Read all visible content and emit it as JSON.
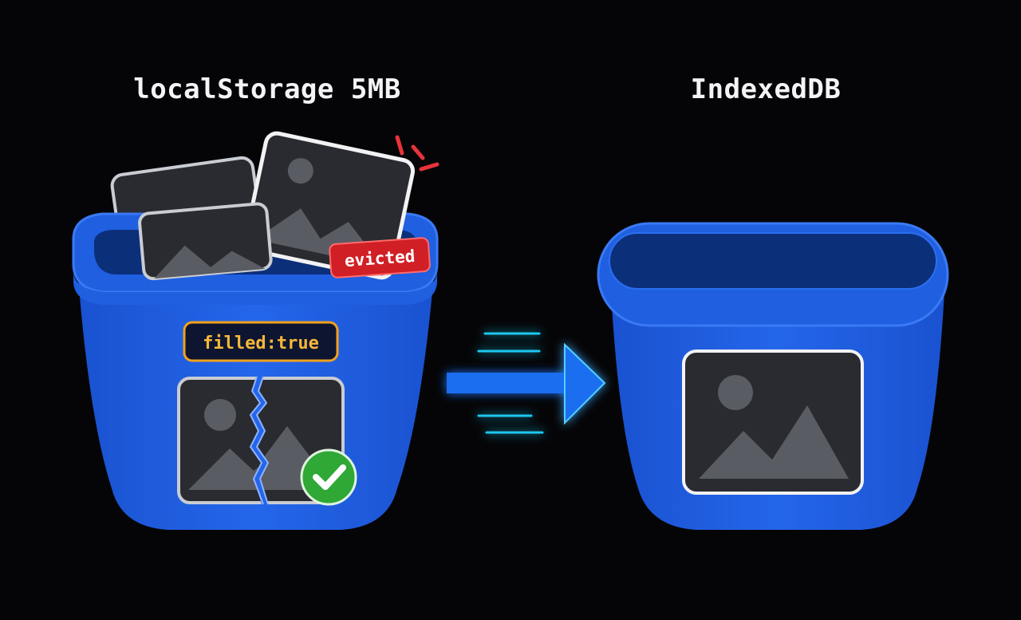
{
  "left_title": "localStorage 5MB",
  "right_title": "IndexedDB",
  "evicted_badge": "evicted",
  "filled_badge": "filled:true",
  "colors": {
    "background": "#050507",
    "bucket_blue": "#1f5fe0",
    "bucket_dark": "#0c2f7a",
    "badge_red": "#d11f26",
    "badge_orange": "#f0a11e",
    "check_green": "#2fa836",
    "arrow_blue": "#1f6ef0",
    "motion_cyan": "#1ec8f0"
  },
  "icons": [
    "image-icon",
    "check-icon",
    "arrow-right-icon"
  ]
}
